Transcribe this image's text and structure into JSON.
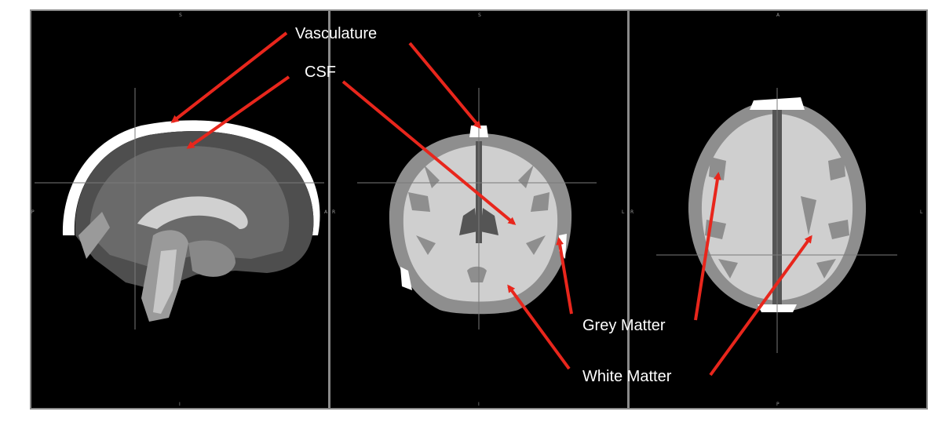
{
  "labels": {
    "vasculature": "Vasculature",
    "csf": "CSF",
    "grey_matter": "Grey Matter",
    "white_matter": "White Matter"
  },
  "orientation": {
    "sagittal": {
      "top": "S",
      "left": "P",
      "right": "A",
      "bottom": "I"
    },
    "coronal": {
      "top": "S",
      "left": "R",
      "right": "L",
      "bottom": "I"
    },
    "axial": {
      "top": "A",
      "left": "R",
      "right": "L",
      "bottom": "P"
    }
  },
  "colors": {
    "background": "#000000",
    "arrow": "#e8261c",
    "white_matter": "#cfcfcf",
    "grey_matter": "#8e8e8e",
    "csf": "#555555",
    "vasculature": "#ffffff",
    "frame": "#8a8a8a"
  }
}
